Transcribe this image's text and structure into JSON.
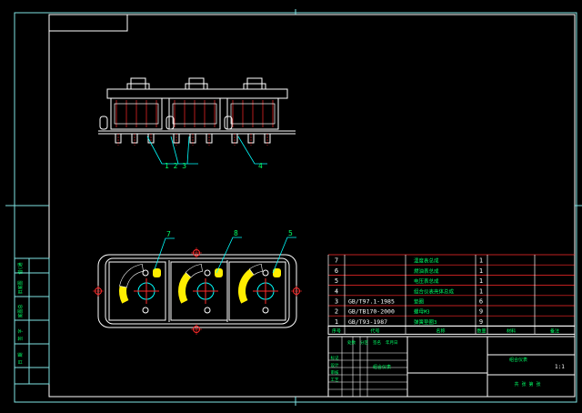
{
  "colors": {
    "background": "#000000",
    "frame": "#7fe3e3",
    "outline": "#ffffff",
    "table_row_line": "#ff2a2a",
    "leader": "#00ffff",
    "label": "#00ff66",
    "spec_text": "#ffffff",
    "gauge_fill": "#ffee00",
    "center_mark": "#ff2a2a",
    "side_text": "#00ff66"
  },
  "balloons": {
    "assembly_left": "1 2 3",
    "assembly_right": "4",
    "gauge_left": "7",
    "gauge_middle": "8",
    "gauge_right": "5"
  },
  "gauge_levels": [
    0.35,
    0.65,
    0.75
  ],
  "parts_table": {
    "rows": [
      {
        "no": "7",
        "code": "",
        "name": "温度表总成",
        "qty": "1"
      },
      {
        "no": "6",
        "code": "",
        "name": "燃油表总成",
        "qty": "1"
      },
      {
        "no": "5",
        "code": "",
        "name": "电压表总成",
        "qty": "1"
      },
      {
        "no": "4",
        "code": "",
        "name": "组合仪表壳体总成",
        "qty": "1"
      },
      {
        "no": "3",
        "code": "GB/T97.1-1985",
        "name": "垫圈",
        "qty": "6"
      },
      {
        "no": "2",
        "code": "GB/TB170-2000",
        "name": "螺母M3",
        "qty": "9"
      },
      {
        "no": "1",
        "code": "GB/T93-1987",
        "name": "弹簧垫圈3",
        "qty": "9"
      }
    ],
    "header": [
      "序号",
      "代号",
      "名称",
      "数量",
      "材料",
      "备注"
    ]
  },
  "title_block": {
    "title": "组合仪表",
    "scale": "1:1",
    "left_cells": [
      "标记",
      "设计",
      "审核",
      "工艺"
    ],
    "sign_cells": [
      "处数",
      "分区",
      "签名",
      "年月日"
    ],
    "sheet_label": "共 张 第 张"
  },
  "side_strip": [
    "借(通)用件登记",
    "旧底图总号",
    "底图总号",
    "签 字",
    "日 期"
  ]
}
